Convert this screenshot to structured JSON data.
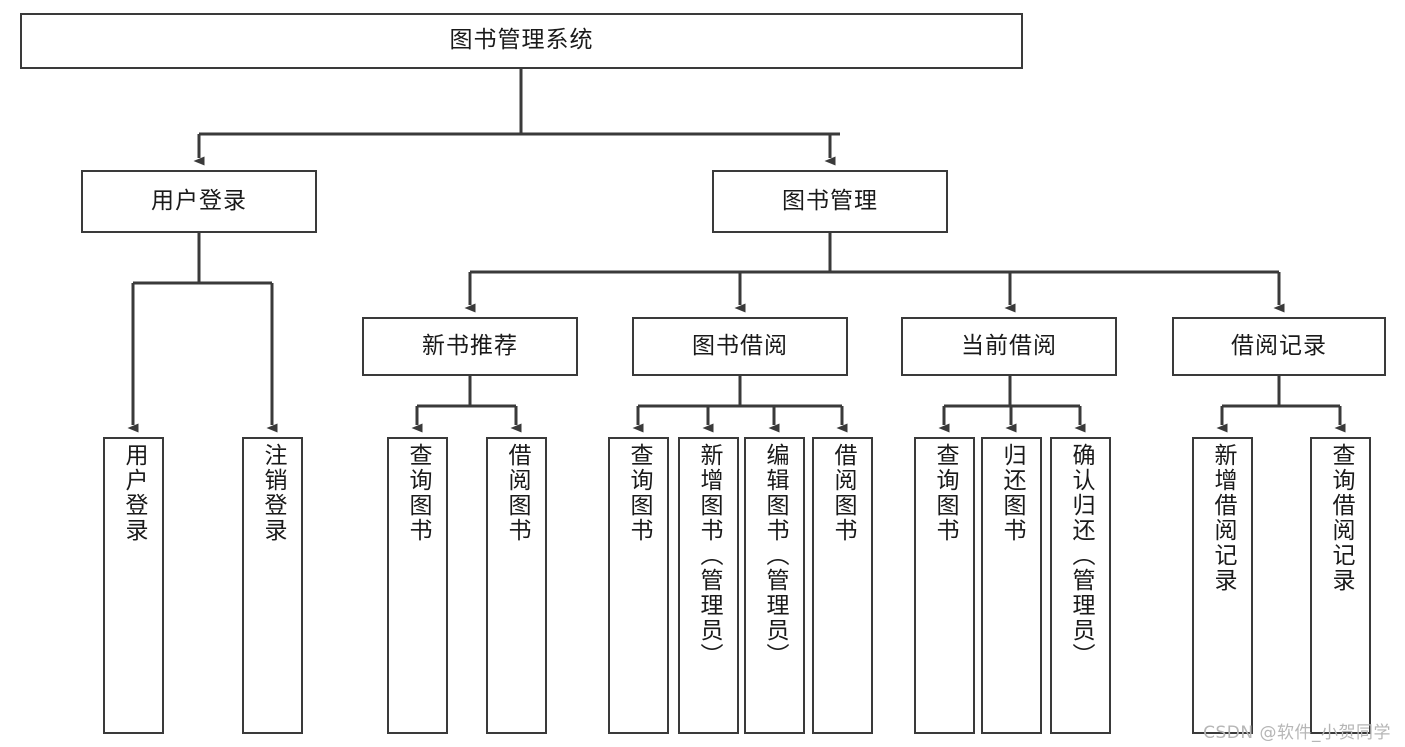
{
  "diagram": {
    "type": "tree-hierarchy",
    "title": "图书管理系统",
    "orientation": "top-down",
    "colors": {
      "box_border": "#3a3a3a",
      "box_fill": "#ffffff",
      "connector": "#3a3a3a",
      "text": "#1a1a1a",
      "watermark": "#b6b6b6",
      "background": "#ffffff"
    },
    "root": {
      "id": "root",
      "label": "图书管理系统"
    },
    "level1": [
      {
        "id": "user-login",
        "label": "用户登录"
      },
      {
        "id": "book-manage",
        "label": "图书管理"
      }
    ],
    "level2": [
      {
        "id": "new-book-recommend",
        "label": "新书推荐",
        "parent": "book-manage"
      },
      {
        "id": "book-borrow",
        "label": "图书借阅",
        "parent": "book-manage"
      },
      {
        "id": "current-borrow",
        "label": "当前借阅",
        "parent": "book-manage"
      },
      {
        "id": "borrow-record",
        "label": "借阅记录",
        "parent": "book-manage"
      }
    ],
    "leaves": [
      {
        "id": "leaf-user-login",
        "label": "用户登录",
        "parent": "user-login"
      },
      {
        "id": "leaf-logout-login",
        "label": "注销登录",
        "parent": "user-login"
      },
      {
        "id": "leaf-query-book-1",
        "label": "查询图书",
        "parent": "new-book-recommend"
      },
      {
        "id": "leaf-borrow-book-1",
        "label": "借阅图书",
        "parent": "new-book-recommend"
      },
      {
        "id": "leaf-query-book-2",
        "label": "查询图书",
        "parent": "book-borrow"
      },
      {
        "id": "leaf-add-book",
        "label": "新增图书（管理员）",
        "parent": "book-borrow"
      },
      {
        "id": "leaf-edit-book",
        "label": "编辑图书（管理员）",
        "parent": "book-borrow"
      },
      {
        "id": "leaf-borrow-book-2",
        "label": "借阅图书",
        "parent": "book-borrow"
      },
      {
        "id": "leaf-query-book-3",
        "label": "查询图书",
        "parent": "current-borrow"
      },
      {
        "id": "leaf-return-book",
        "label": "归还图书",
        "parent": "current-borrow"
      },
      {
        "id": "leaf-confirm-return",
        "label": "确认归还（管理员）",
        "parent": "current-borrow"
      },
      {
        "id": "leaf-add-record",
        "label": "新增借阅记录",
        "parent": "borrow-record"
      },
      {
        "id": "leaf-query-record",
        "label": "查询借阅记录",
        "parent": "borrow-record"
      }
    ]
  },
  "watermark": {
    "text": "CSDN @软件_小贺同学"
  }
}
